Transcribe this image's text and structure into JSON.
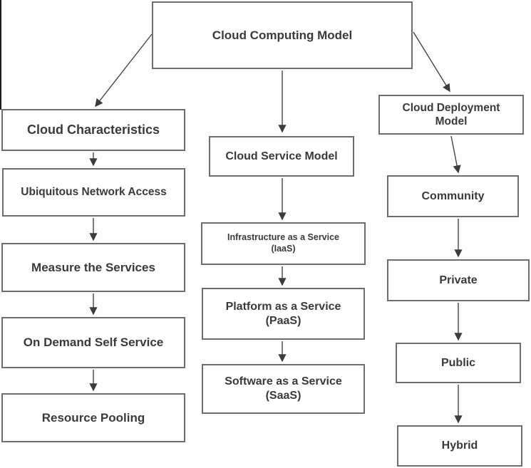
{
  "diagram": {
    "title": "Cloud Computing Model",
    "boxes": {
      "root": {
        "label": "Cloud Computing Model"
      },
      "char_header": {
        "label": "Cloud Characteristics"
      },
      "char_item_1": {
        "label": "Ubiquitous Network Access"
      },
      "char_item_2": {
        "label": "Measure the Services"
      },
      "char_item_3": {
        "label": "On Demand Self Service"
      },
      "char_item_4": {
        "label": "Resource Pooling"
      },
      "svc_header": {
        "label": "Cloud Service Model"
      },
      "svc_item_1": {
        "line1": "Infrastructure as a Service",
        "line2": "(IaaS)"
      },
      "svc_item_2": {
        "line1": "Platform as a Service",
        "line2": "(PaaS)"
      },
      "svc_item_3": {
        "line1": "Software as a Service",
        "line2": "(SaaS)"
      },
      "dep_header": {
        "line1": "Cloud Deployment",
        "line2": "Model"
      },
      "dep_item_1": {
        "label": "Community"
      },
      "dep_item_2": {
        "label": "Private"
      },
      "dep_item_3": {
        "label": "Public"
      },
      "dep_item_4": {
        "label": "Hybrid"
      }
    },
    "colors": {
      "box_border": "#6d6d6d",
      "text": "#3a3a3a",
      "arrow": "#3c3c3c",
      "background": "#fdfdfd"
    }
  }
}
